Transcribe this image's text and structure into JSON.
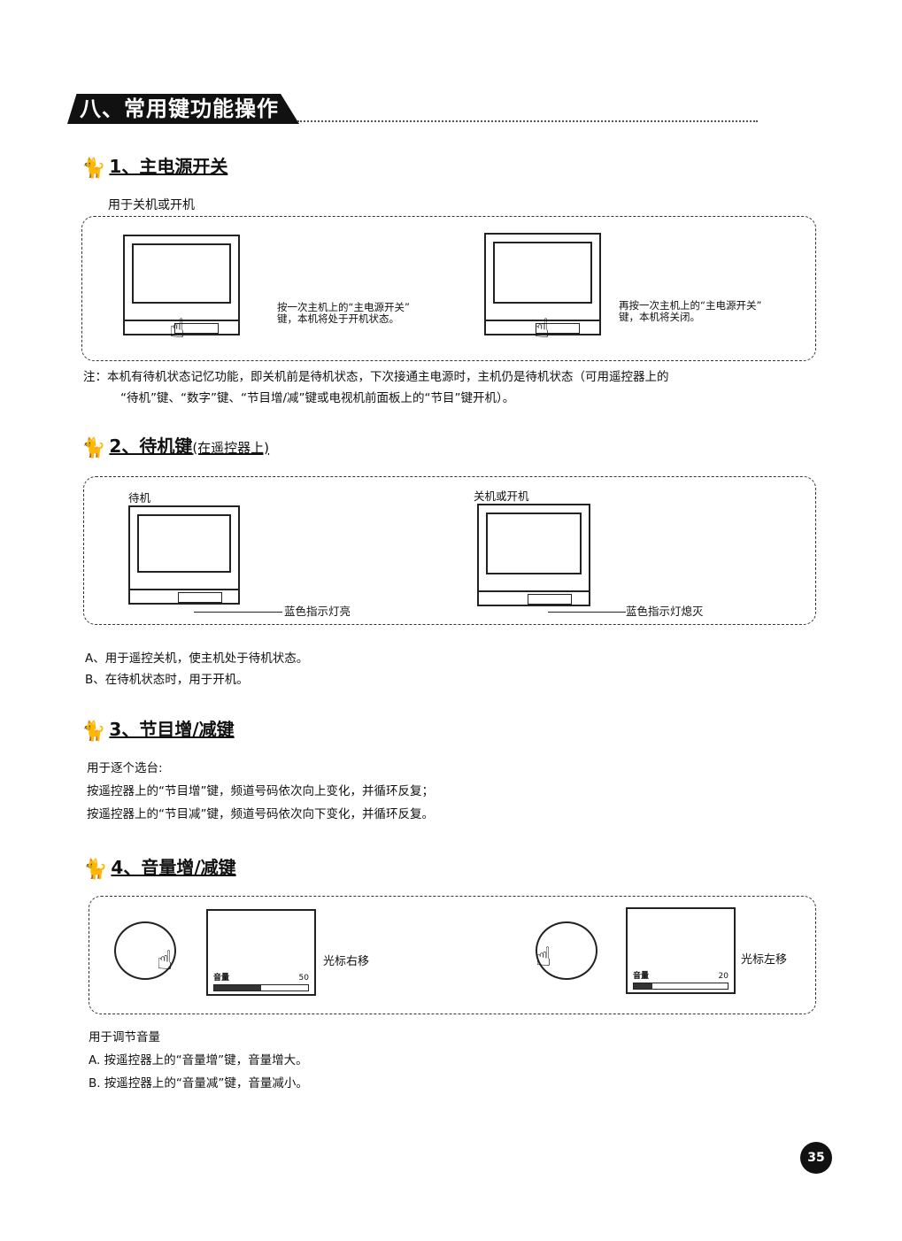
{
  "chapter_title": "八、常用键功能操作",
  "s1": {
    "title": "1、主电源开关",
    "desc": "用于关机或开机",
    "left_caption_1": "按一次主机上的“主电源开关”",
    "left_caption_2": "键，本机将处于开机状态。",
    "right_caption_1": "再按一次主机上的“主电源开关”",
    "right_caption_2": "键，本机将关闭。",
    "note_1": "注：本机有待机状态记忆功能，即关机前是待机状态，下次接通主电源时，主机仍是待机状态（可用遥控器上的",
    "note_2": "“待机”键、“数字”键、“节目增/减”键或电视机前面板上的“节目”键开机）。"
  },
  "s2": {
    "title": "2、待机键",
    "subtitle": "(在遥控器上)",
    "left_label": "待机",
    "right_label": "关机或开机",
    "left_callout": "蓝色指示灯亮",
    "right_callout": "蓝色指示灯熄灭",
    "line_a": "A、用于遥控关机，使主机处于待机状态。",
    "line_b": "B、在待机状态时，用于开机。"
  },
  "s3": {
    "title": "3、节目增/减键",
    "line_1": "用于逐个选台:",
    "line_2": "按遥控器上的“节目增”键，频道号码依次向上变化，并循环反复；",
    "line_3": "按遥控器上的“节目减”键，频道号码依次向下变化，并循环反复。"
  },
  "s4": {
    "title": "4、音量增/减键",
    "left_osd_label": "音量",
    "left_osd_value": "50",
    "left_level": 0.5,
    "left_caption": "光标右移",
    "right_osd_label": "音量",
    "right_osd_value": "20",
    "right_level": 0.2,
    "right_caption": "光标左移",
    "desc": "用于调节音量",
    "line_a": "A. 按遥控器上的“音量增”键，音量增大。",
    "line_b": "B. 按遥控器上的“音量减”键，音量减小。"
  },
  "page_number": "35"
}
